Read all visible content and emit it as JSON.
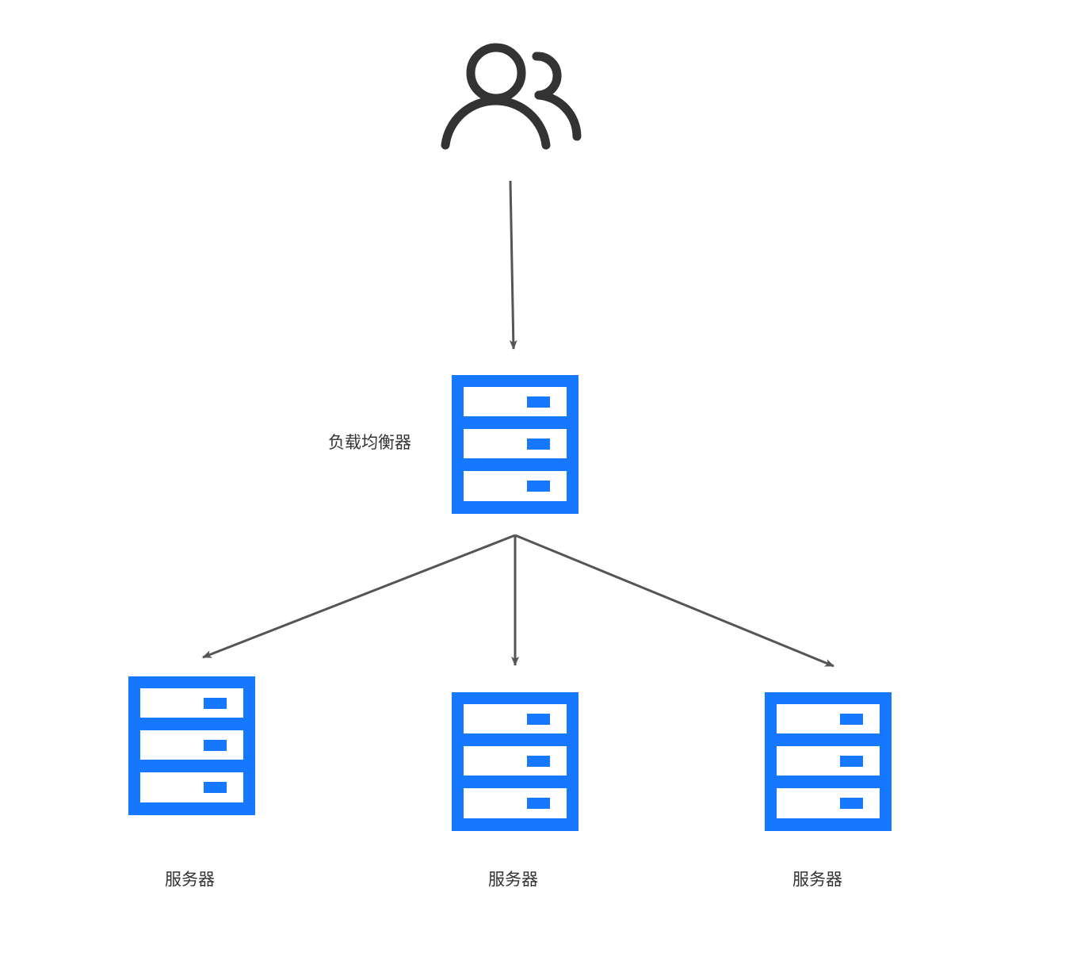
{
  "diagram": {
    "type": "load-balancer-topology",
    "colors": {
      "server": "#1677ff",
      "users_icon": "#333333",
      "arrow": "#555555",
      "text": "#333333"
    },
    "nodes": {
      "users": {
        "icon": "users-icon"
      },
      "load_balancer": {
        "icon": "server-rack-icon",
        "label": "负载均衡器"
      },
      "servers": [
        {
          "icon": "server-rack-icon",
          "label": "服务器"
        },
        {
          "icon": "server-rack-icon",
          "label": "服务器"
        },
        {
          "icon": "server-rack-icon",
          "label": "服务器"
        }
      ]
    },
    "edges": [
      {
        "from": "users",
        "to": "load_balancer"
      },
      {
        "from": "load_balancer",
        "to": "servers.0"
      },
      {
        "from": "load_balancer",
        "to": "servers.1"
      },
      {
        "from": "load_balancer",
        "to": "servers.2"
      }
    ]
  }
}
